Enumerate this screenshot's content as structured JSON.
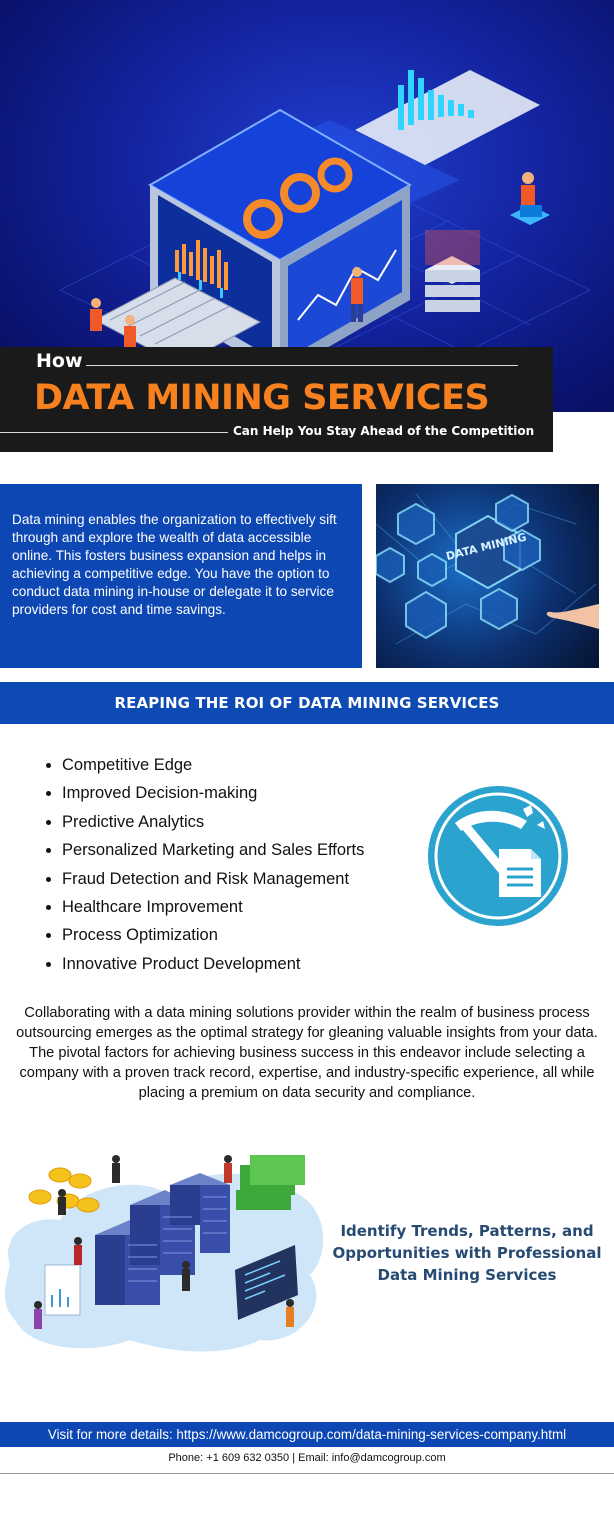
{
  "hero": {
    "how": "How",
    "title": "DATA MINING SERVICES",
    "subtitle": "Can Help You Stay Ahead of the Competition"
  },
  "intro": {
    "text": "Data mining enables the organization to effectively sift through and explore the wealth of data accessible online. This fosters business expansion and helps in achieving a competitive edge. You have the option to conduct data mining in-house or delegate it to service providers for cost and time savings.",
    "image_label": "DATA MINING"
  },
  "roi": {
    "title": "REAPING THE ROI OF DATA MINING SERVICES",
    "items": [
      "Competitive Edge",
      "Improved Decision-making",
      "Predictive Analytics",
      "Personalized Marketing and Sales Efforts",
      "Fraud Detection and Risk Management",
      "Healthcare Improvement",
      "Process Optimization",
      "Innovative Product Development"
    ]
  },
  "paragraph": "Collaborating with a data mining solutions provider within the realm of business process outsourcing emerges as the optimal strategy for gleaning valuable insights from your data. The pivotal factors for achieving business success in this endeavor include selecting a company with a proven track record, expertise, and industry-specific experience, all while placing a premium on data security and compliance.",
  "trend_heading": "Identify Trends, Patterns, and Opportunities with Professional Data Mining Services",
  "footer": {
    "visit": "Visit for more details: https://www.damcogroup.com/data-mining-services-company.html",
    "contact": "Phone: +1 609 632 0350 | Email: info@damcogroup.com"
  },
  "colors": {
    "accent_orange": "#f7811f",
    "brand_blue": "#0d47b3",
    "heading_navy": "#264a72",
    "icon_teal": "#2ba3cf"
  },
  "icons": [
    "data-center-illustration",
    "pickaxe-document-icon",
    "data-mining-hexagon-image",
    "server-team-illustration"
  ]
}
